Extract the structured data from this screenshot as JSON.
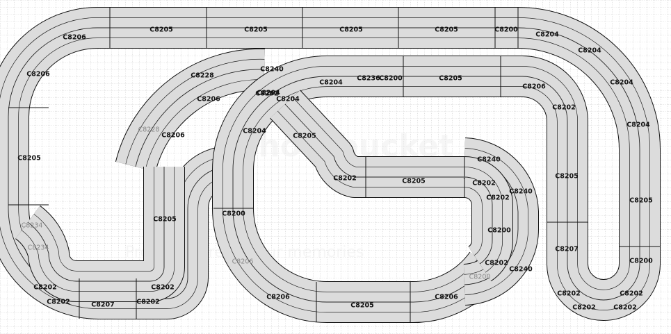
{
  "diagram": {
    "type": "slot-car track layout",
    "colors": {
      "background": "#ffffff",
      "grid": "#9a9a9a",
      "track_fill": "#dcdcdc",
      "track_edge": "#111111",
      "lane": "#222222",
      "watermark": "#f2f2f2"
    },
    "labels": [
      {
        "id": "t1",
        "text": "C8205"
      },
      {
        "id": "t2",
        "text": "C8205"
      },
      {
        "id": "t3",
        "text": "C8205"
      },
      {
        "id": "t4",
        "text": "C8205"
      },
      {
        "id": "t5",
        "text": "C8200"
      },
      {
        "id": "t6",
        "text": "C8204"
      },
      {
        "id": "t7",
        "text": "C8204"
      },
      {
        "id": "t8",
        "text": "C8204"
      },
      {
        "id": "t9",
        "text": "C8204"
      },
      {
        "id": "t10",
        "text": "C8205"
      },
      {
        "id": "t11",
        "text": "C8200"
      },
      {
        "id": "t12",
        "text": "C8202"
      },
      {
        "id": "t13",
        "text": "C8202"
      },
      {
        "id": "t14",
        "text": "C8202"
      },
      {
        "id": "t15",
        "text": "C8202"
      },
      {
        "id": "t16",
        "text": "C8207"
      },
      {
        "id": "t17",
        "text": "C8205"
      },
      {
        "id": "t18",
        "text": "C8202"
      },
      {
        "id": "t19",
        "text": "C8206"
      },
      {
        "id": "t20",
        "text": "C8205"
      },
      {
        "id": "t21",
        "text": "C8200"
      },
      {
        "id": "t22",
        "text": "C8236"
      },
      {
        "id": "t23",
        "text": "C8204"
      },
      {
        "id": "t24",
        "text": "C8204"
      },
      {
        "id": "t25",
        "text": "C8204"
      },
      {
        "id": "t26",
        "text": "C8204"
      },
      {
        "id": "t27",
        "text": "C8200"
      },
      {
        "id": "t28",
        "text": "C8206"
      },
      {
        "id": "t29",
        "text": "C8205"
      },
      {
        "id": "t30",
        "text": "C8206"
      },
      {
        "id": "t31",
        "text": "C8206"
      },
      {
        "id": "t32",
        "text": "C8205"
      },
      {
        "id": "t33",
        "text": "C8202"
      },
      {
        "id": "t34",
        "text": "C8205"
      },
      {
        "id": "t35",
        "text": "C8240"
      },
      {
        "id": "t36",
        "text": "C8202"
      },
      {
        "id": "t37",
        "text": "C8202"
      },
      {
        "id": "t38",
        "text": "C8240"
      },
      {
        "id": "t39",
        "text": "C8200"
      },
      {
        "id": "t40",
        "text": "C8202"
      },
      {
        "id": "t41",
        "text": "C8240"
      },
      {
        "id": "t42",
        "text": "C8200"
      },
      {
        "id": "t43",
        "text": "C8228"
      },
      {
        "id": "t44",
        "text": "C8240"
      },
      {
        "id": "t45",
        "text": "C8206"
      },
      {
        "id": "t46",
        "text": "C8202"
      },
      {
        "id": "t47",
        "text": "C8228"
      },
      {
        "id": "t48",
        "text": "C8206"
      },
      {
        "id": "t49",
        "text": "C8205"
      },
      {
        "id": "t50",
        "text": "C8202"
      },
      {
        "id": "t51",
        "text": "C8202"
      },
      {
        "id": "t52",
        "text": "C8207"
      },
      {
        "id": "t53",
        "text": "C8202"
      },
      {
        "id": "t54",
        "text": "C8202"
      },
      {
        "id": "t55",
        "text": "C8206"
      },
      {
        "id": "t56",
        "text": "C8206"
      },
      {
        "id": "t57",
        "text": "C8205"
      },
      {
        "id": "t58",
        "text": "C8234"
      },
      {
        "id": "t59",
        "text": "C8234"
      },
      {
        "id": "t60",
        "text": "C8206"
      },
      {
        "id": "t61",
        "text": "C8205"
      }
    ]
  }
}
